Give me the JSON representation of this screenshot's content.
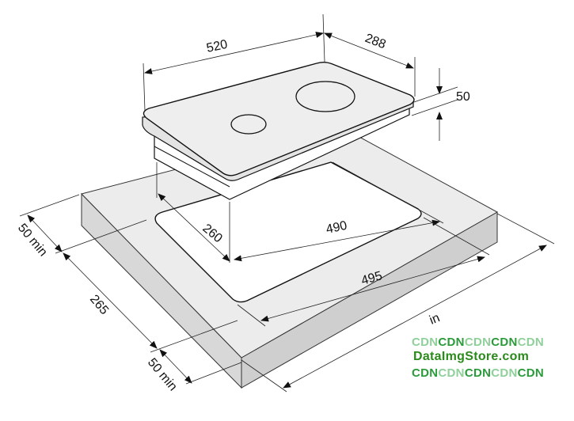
{
  "dimensions": {
    "hob_width": "520",
    "hob_depth": "288",
    "hob_height": "50",
    "cutout_width": "490",
    "cutout_depth": "260",
    "countertop_cutout_width": "495",
    "countertop_depth": "265",
    "margin_back": "50 min",
    "margin_front": "50 min",
    "bottom_partial": "in"
  },
  "watermark": {
    "line1": [
      "CDN",
      "CDN",
      "CDN",
      "CDN",
      "CDN"
    ],
    "line2": "DataImgStore.com",
    "line3": [
      "CDN",
      "CDN",
      "CDN",
      "CDN",
      "CDN"
    ]
  },
  "colors": {
    "counter_top": "#ececec",
    "counter_side": "#d9d9d9",
    "hob": "#eeeeee",
    "line": "#222222"
  }
}
